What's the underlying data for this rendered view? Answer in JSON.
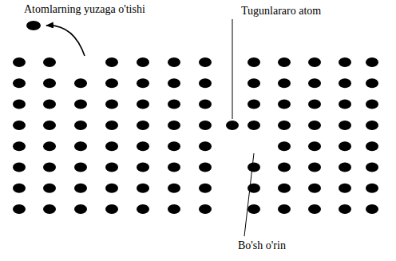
{
  "diagram": {
    "labels": [
      "Atomlarning yuzaga o'tishi",
      "Tugunlararo atom",
      "Bo'sh o'rin"
    ]
  }
}
